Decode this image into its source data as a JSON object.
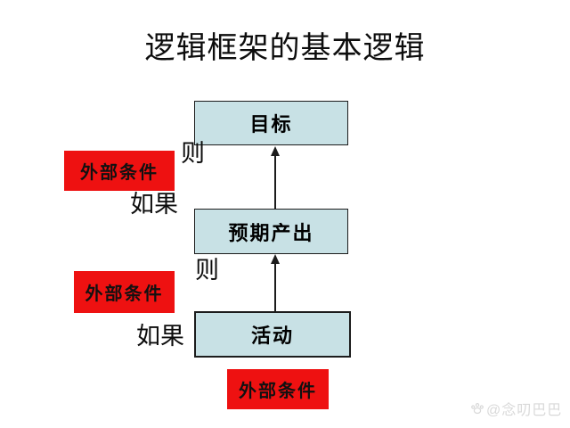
{
  "title": "逻辑框架的基本逻辑",
  "colors": {
    "box_fill": "#c8e1e5",
    "box_border": "#1c1c1c",
    "condition_fill": "#ee1111",
    "text": "#000000",
    "watermark": "#d9d9d9"
  },
  "flow_boxes": [
    {
      "id": "goal",
      "label": "目标"
    },
    {
      "id": "expected-output",
      "label": "预期产出"
    },
    {
      "id": "activities",
      "label": "活动"
    }
  ],
  "condition_boxes": [
    {
      "label": "外部条件"
    },
    {
      "label": "外部条件"
    },
    {
      "label": "外部条件"
    }
  ],
  "connector_labels": [
    {
      "id": "then-upper",
      "text": "则"
    },
    {
      "id": "if-upper",
      "text": "如果"
    },
    {
      "id": "then-lower",
      "text": "则"
    },
    {
      "id": "if-lower",
      "text": "如果"
    }
  ],
  "arrows": [
    {
      "from": "expected-output",
      "to": "goal",
      "direction": "up"
    },
    {
      "from": "activities",
      "to": "expected-output",
      "direction": "up"
    }
  ],
  "watermark": {
    "icon": "paw-icon",
    "text": "@念叨巴巴"
  }
}
